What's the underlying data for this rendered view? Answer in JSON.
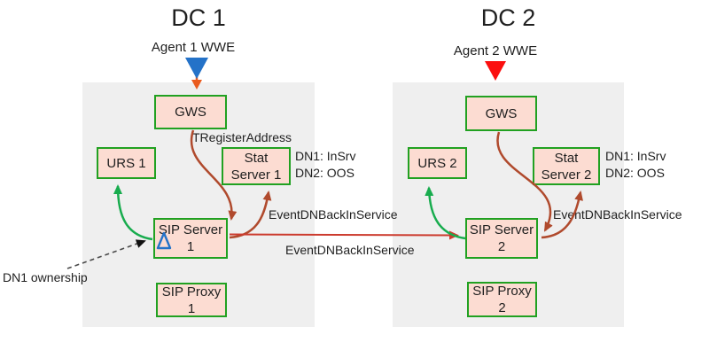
{
  "colors": {
    "node_fill": "#fcdcd2",
    "node_border": "#21a121",
    "container_bg": "#efefef",
    "green_arrow": "#18ac4e",
    "dark_red_arrow": "#b04a2d",
    "red_link": "#cc3b2e",
    "agent1_triangle": "#2472c8",
    "agent2_triangle": "#fb0f0f",
    "orange_arrow": "#ea5b1e"
  },
  "dc1": {
    "title": "DC 1",
    "agent_label": "Agent 1 WWE",
    "gws_label": "GWS",
    "urs_label": "URS 1",
    "stat_label_line1": "Stat",
    "stat_label_line2": "Server 1",
    "dn_status_line1": "DN1: InSrv",
    "dn_status_line2": "DN2: OOS",
    "sip_server_label_line1": "SIP Server",
    "sip_server_label_line2": "1",
    "sip_proxy_label": "SIP Proxy 1",
    "tregister_label": "TRegisterAddress",
    "event_dn_label": "EventDNBackInService",
    "dn_ownership_label": "DN1 ownership"
  },
  "dc2": {
    "title": "DC 2",
    "agent_label": "Agent 2 WWE",
    "gws_label": "GWS",
    "urs_label": "URS 2",
    "stat_label_line1": "Stat",
    "stat_label_line2": "Server 2",
    "dn_status_line1": "DN1: InSrv",
    "dn_status_line2": "DN2: OOS",
    "sip_server_label_line1": "SIP Server",
    "sip_server_label_line2": "2",
    "sip_proxy_label": "SIP Proxy 2",
    "event_dn_label": "EventDNBackInService"
  },
  "link": {
    "label": "EventDNBackInService"
  }
}
